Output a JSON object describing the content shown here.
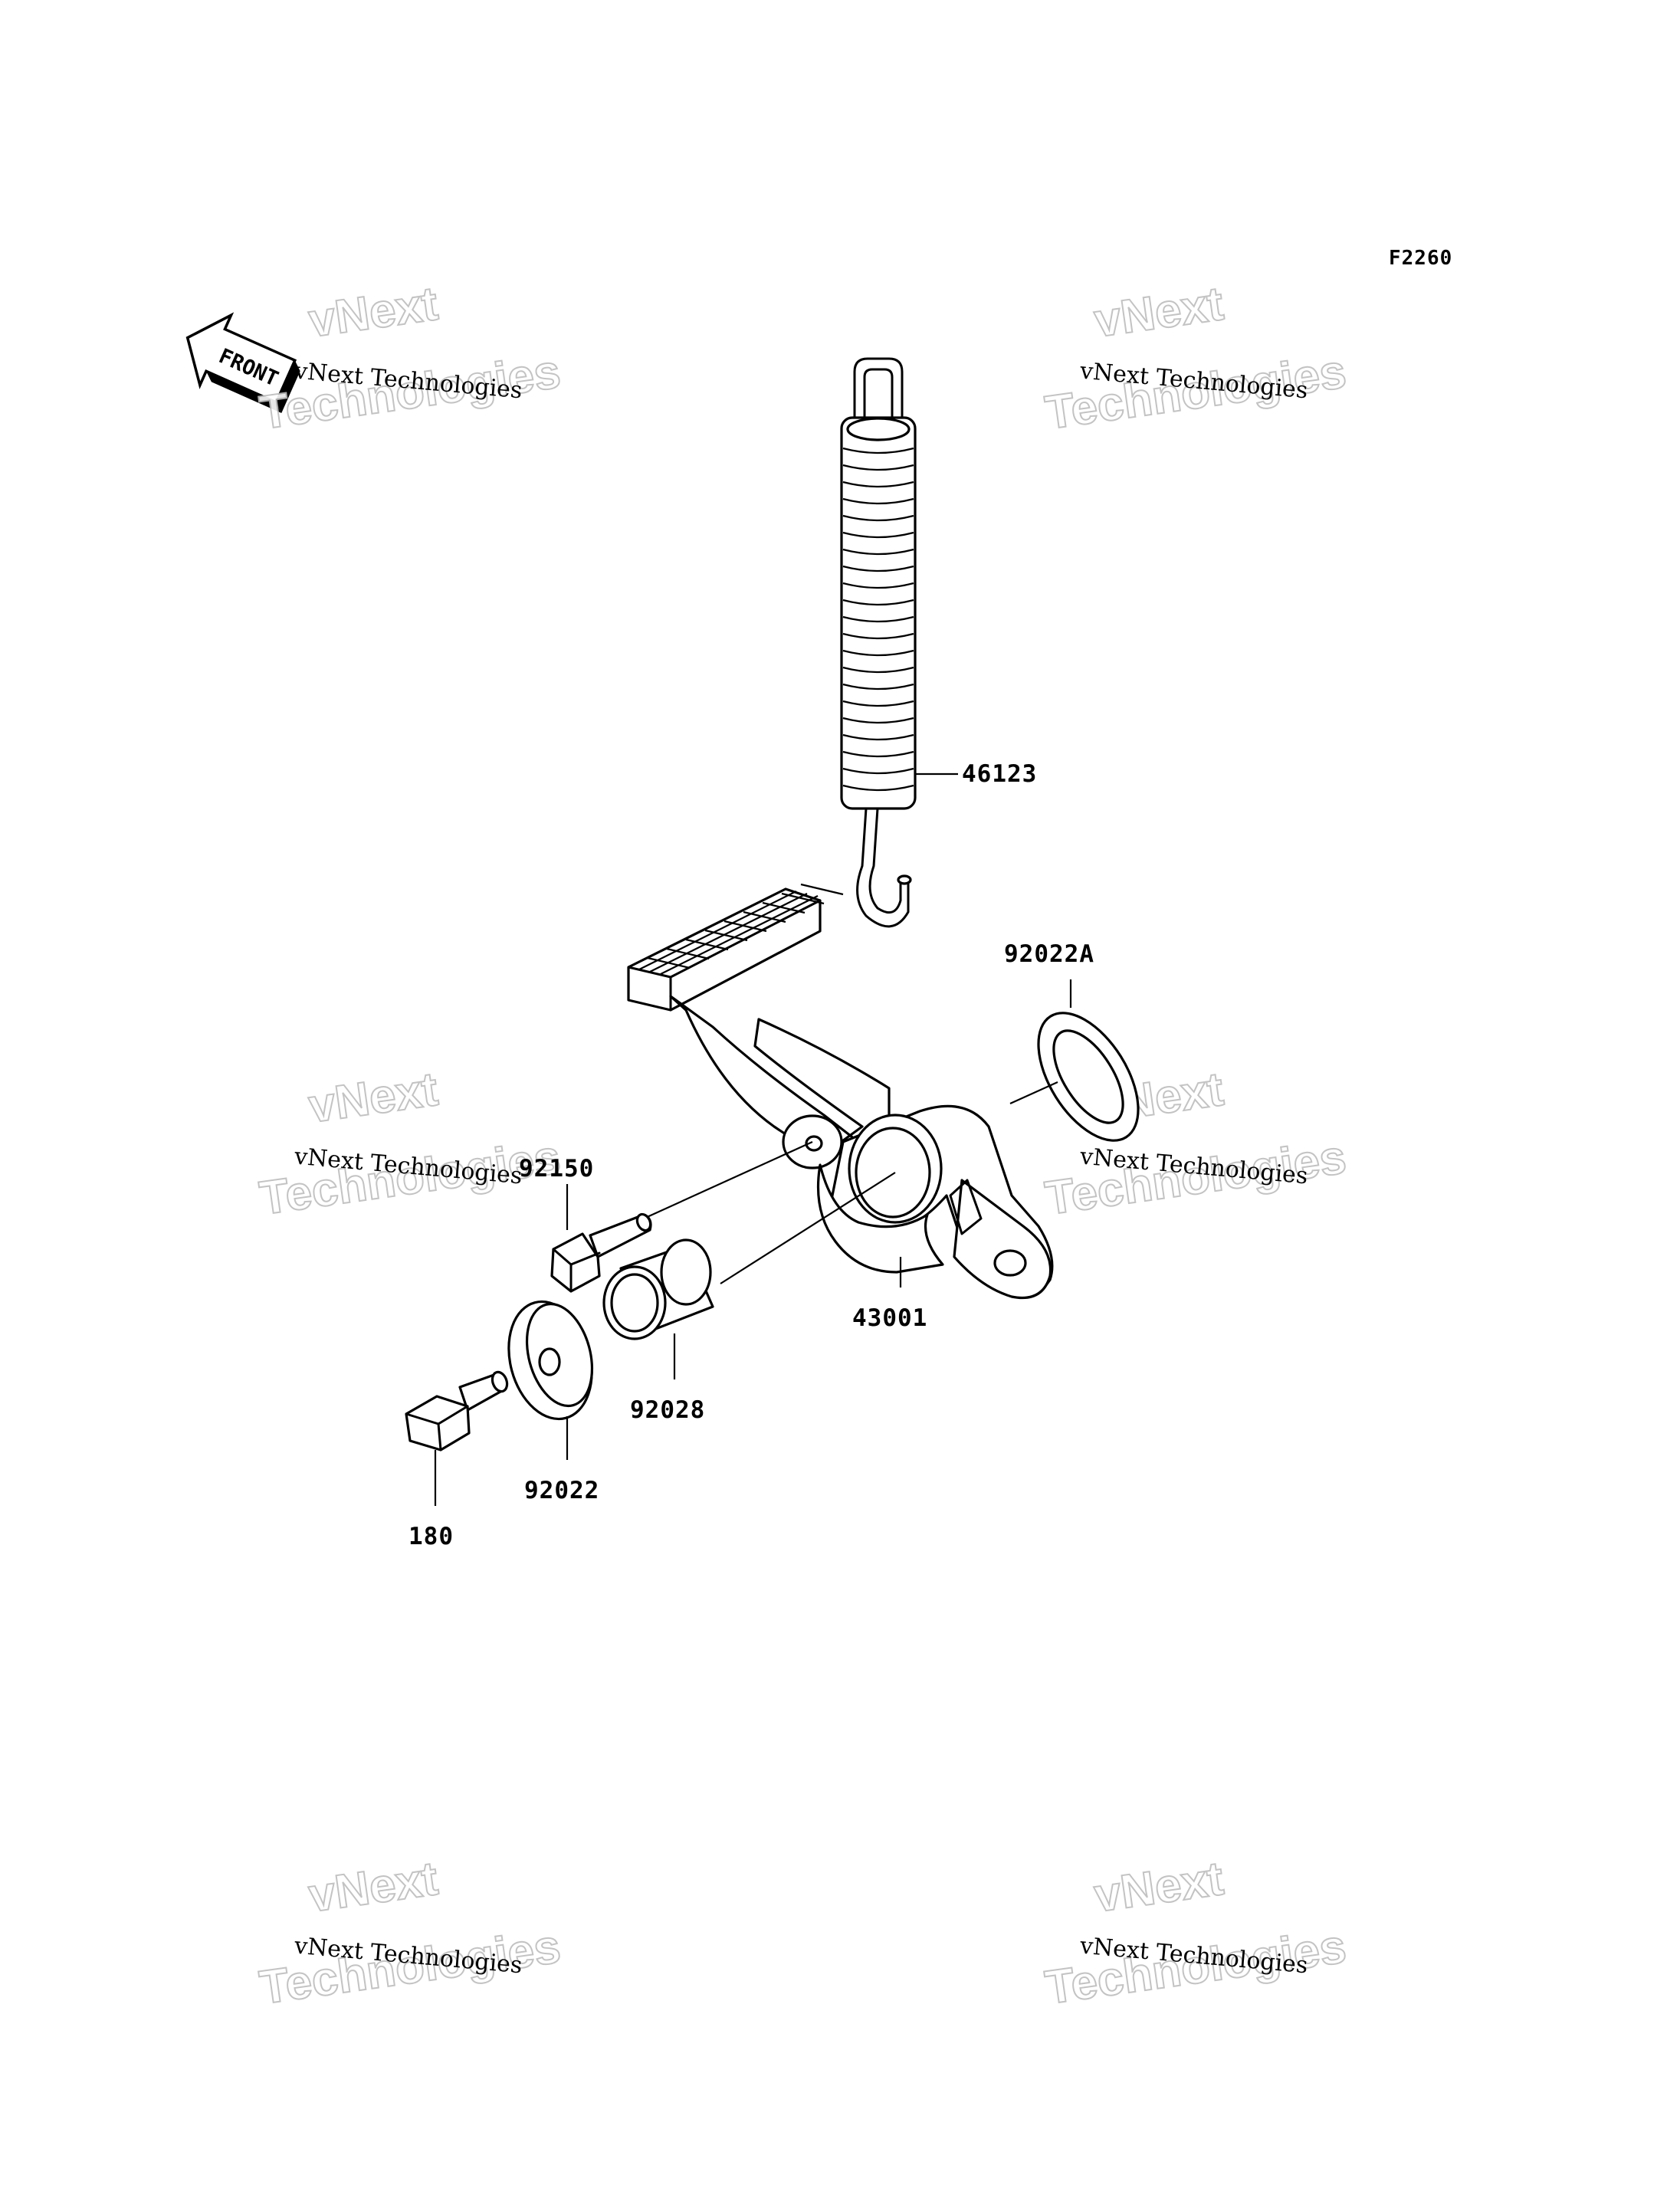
{
  "figure_code": "F2260",
  "front_label": "FRONT",
  "watermark": {
    "line1": "vNext Technologies",
    "big_top": "vNext",
    "big_bottom": "Technologies"
  },
  "parts": {
    "spring": "46123",
    "washer_a": "92022A",
    "pin_bolt": "92150",
    "pedal": "43001",
    "collar": "92028",
    "washer": "92022",
    "bolt": "180"
  }
}
